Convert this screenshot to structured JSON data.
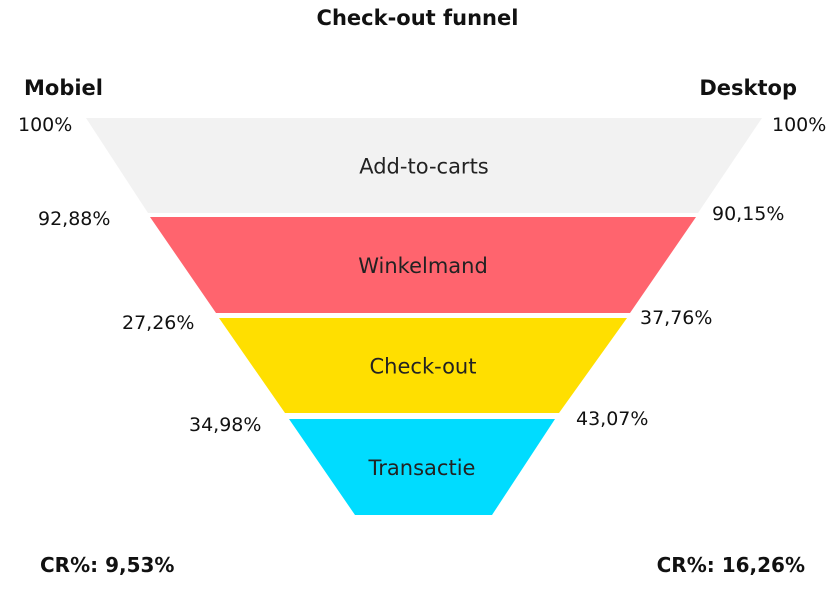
{
  "chart_data": {
    "type": "funnel",
    "title": "Check-out funnel",
    "left_label": "Mobiel",
    "right_label": "Desktop",
    "stages": [
      {
        "name": "Add-to-carts",
        "mobile": "100%",
        "desktop": "100%",
        "color": "#f2f2f2"
      },
      {
        "name": "Winkelmand",
        "mobile": "92,88%",
        "desktop": "90,15%",
        "color": "#ff646e"
      },
      {
        "name": "Check-out",
        "mobile": "27,26%",
        "desktop": "37,76%",
        "color": "#ffdf00"
      },
      {
        "name": "Transactie",
        "mobile": "34,98%",
        "desktop": "43,07%",
        "color": "#00dcff"
      }
    ],
    "mobile_cr": "CR%: 9,53%",
    "desktop_cr": "CR%: 16,26%"
  }
}
